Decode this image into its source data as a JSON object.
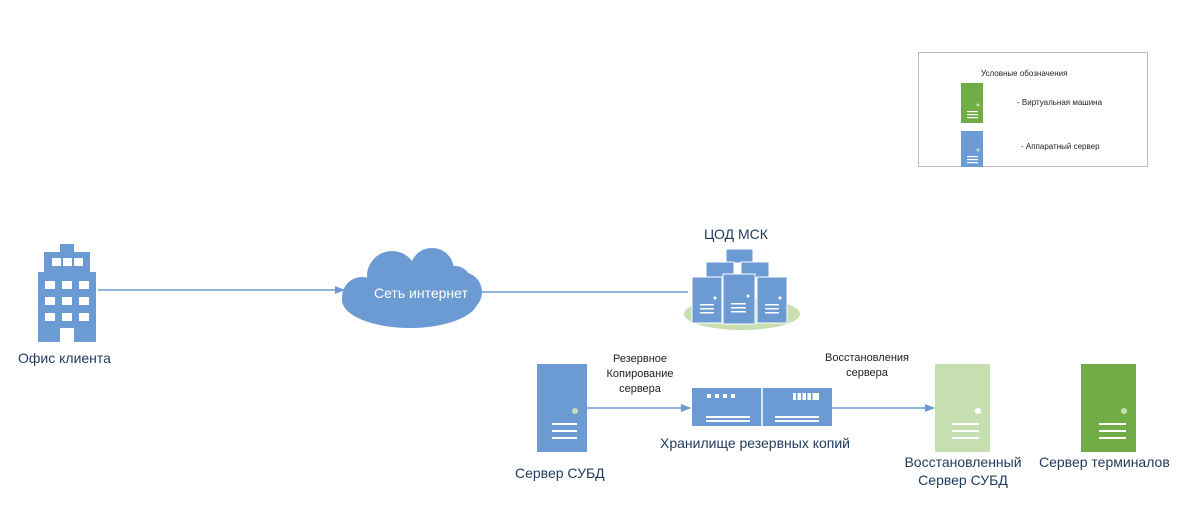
{
  "legend": {
    "title": "Условные обозначения",
    "items": [
      {
        "label": "- Виртуальная машина",
        "color": "#70ad47"
      },
      {
        "label": "- Аппаратный сервер",
        "color": "#6b9bd2"
      }
    ]
  },
  "nodes": {
    "office": "Офис клиента",
    "internet": "Сеть интернет",
    "datacenter": "ЦОД МСК",
    "db_server": "Сервер СУБД",
    "storage": "Хранилище резервных копий",
    "restored_line1": "Восстановленный",
    "restored_line2": "Сервер СУБД",
    "terminal": "Сервер терминалов"
  },
  "edges": {
    "backup_line1": "Резервное",
    "backup_line2": "Копирование",
    "backup_line3": "сервера",
    "restore_line1": "Восстановления",
    "restore_line2": "сервера"
  },
  "colors": {
    "hardware": "#6b9bd2",
    "virtual": "#70ad47",
    "virtual_light": "#c5dfb0",
    "arrow": "#6b9bd2",
    "dc_base": "#c9dfb0"
  }
}
